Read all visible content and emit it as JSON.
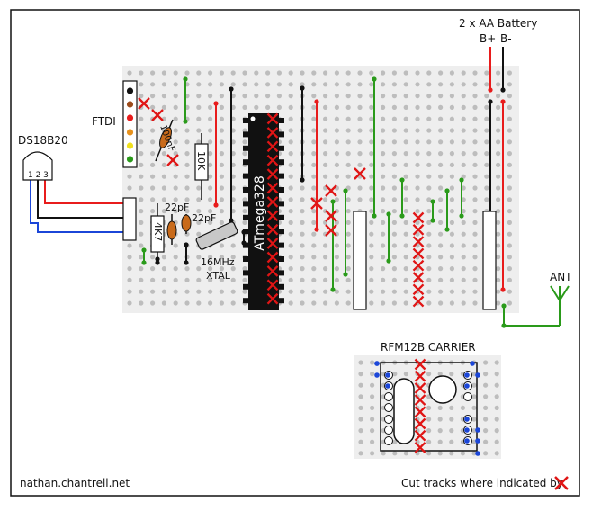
{
  "battery": {
    "title": "2 x AA Battery",
    "plus": "B+",
    "minus": "B-"
  },
  "ftdi": {
    "label": "FTDI",
    "pins": 6
  },
  "sensor": {
    "label": "DS18B20",
    "pins": "1 2 3"
  },
  "chip": {
    "label": "ATmega328"
  },
  "components": {
    "cap_100nf": "100nF",
    "resistor_10k": "10K",
    "resistor_4k7": "4K7",
    "cap_22pf_a": "22pF",
    "cap_22pf_b": "22pF",
    "crystal_freq": "16MHz",
    "crystal_label": "XTAL"
  },
  "antenna": {
    "label": "ANT"
  },
  "rfm": {
    "label": "RFM12B CARRIER"
  },
  "footer": {
    "credit": "nathan.chantrell.net",
    "legend": "Cut tracks where indicated by"
  },
  "colors": {
    "board": "#eeeeee",
    "hole": "#bdbdbd",
    "red_wire": "#e81c1c",
    "green_wire": "#2a9a1a",
    "blue_wire": "#1b46d8",
    "black_wire": "#111111",
    "cut_mark": "#e01515",
    "crystal": "#c8c8c8",
    "cap": "#c86a1a"
  }
}
